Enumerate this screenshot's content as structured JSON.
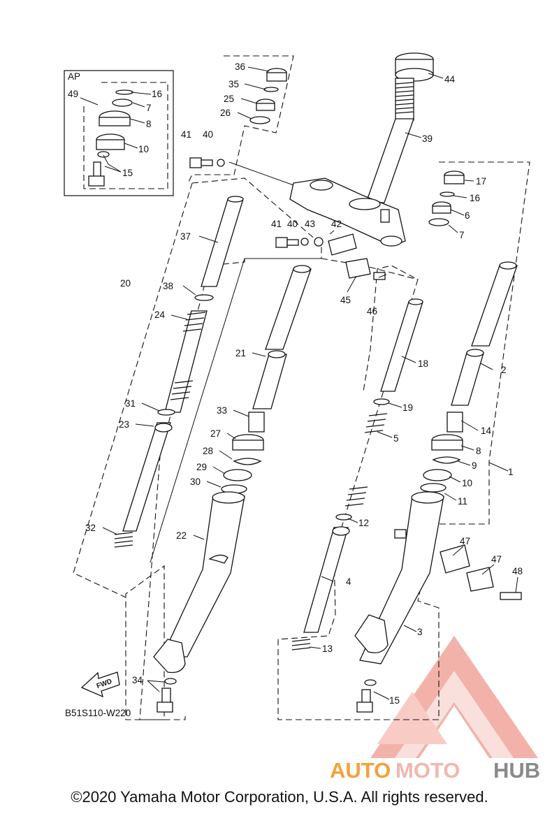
{
  "diagram": {
    "code": "B51S110-W220",
    "fwd_label": "FWD",
    "ap_box_label": "AP",
    "part_labels": [
      "1",
      "2",
      "3",
      "4",
      "5",
      "6",
      "7",
      "7",
      "7",
      "8",
      "8",
      "9",
      "10",
      "10",
      "11",
      "12",
      "13",
      "14",
      "15",
      "15",
      "16",
      "16",
      "17",
      "18",
      "19",
      "20",
      "21",
      "22",
      "23",
      "24",
      "25",
      "26",
      "27",
      "28",
      "29",
      "30",
      "31",
      "32",
      "33",
      "34",
      "35",
      "36",
      "37",
      "38",
      "39",
      "40",
      "40",
      "41",
      "41",
      "42",
      "43",
      "44",
      "45",
      "46",
      "47",
      "47",
      "48",
      "49"
    ]
  },
  "watermark": {
    "brand_part1": "AUTO",
    "brand_part2": "MOTO",
    "brand_part3": "HUB",
    "color_primary": "#f4a13a",
    "color_secondary": "#e86a5c",
    "color_dark": "#8a8a8a"
  },
  "footer": {
    "copyright": "©2020 Yamaha Motor Corporation, U.S.A. All rights reserved."
  }
}
